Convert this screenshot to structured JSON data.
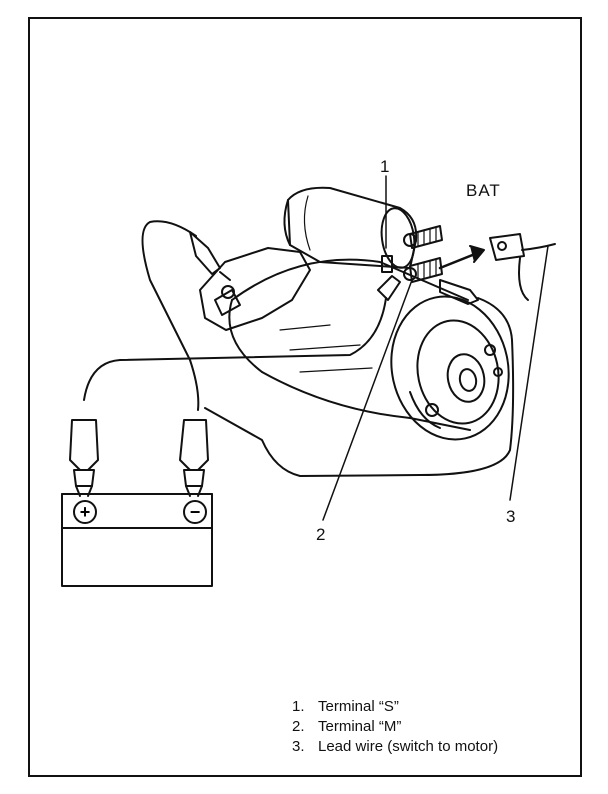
{
  "diagram": {
    "callouts": [
      {
        "id": "1",
        "label": "1"
      },
      {
        "id": "2",
        "label": "2"
      },
      {
        "id": "3",
        "label": "3"
      }
    ],
    "terminal_label": "BAT",
    "battery": {
      "positive_symbol": "+",
      "negative_symbol": "−"
    },
    "legend": [
      {
        "num": "1.",
        "text": "Terminal “S”"
      },
      {
        "num": "2.",
        "text": "Terminal “M”"
      },
      {
        "num": "3.",
        "text": "Lead wire (switch to motor)"
      }
    ]
  }
}
